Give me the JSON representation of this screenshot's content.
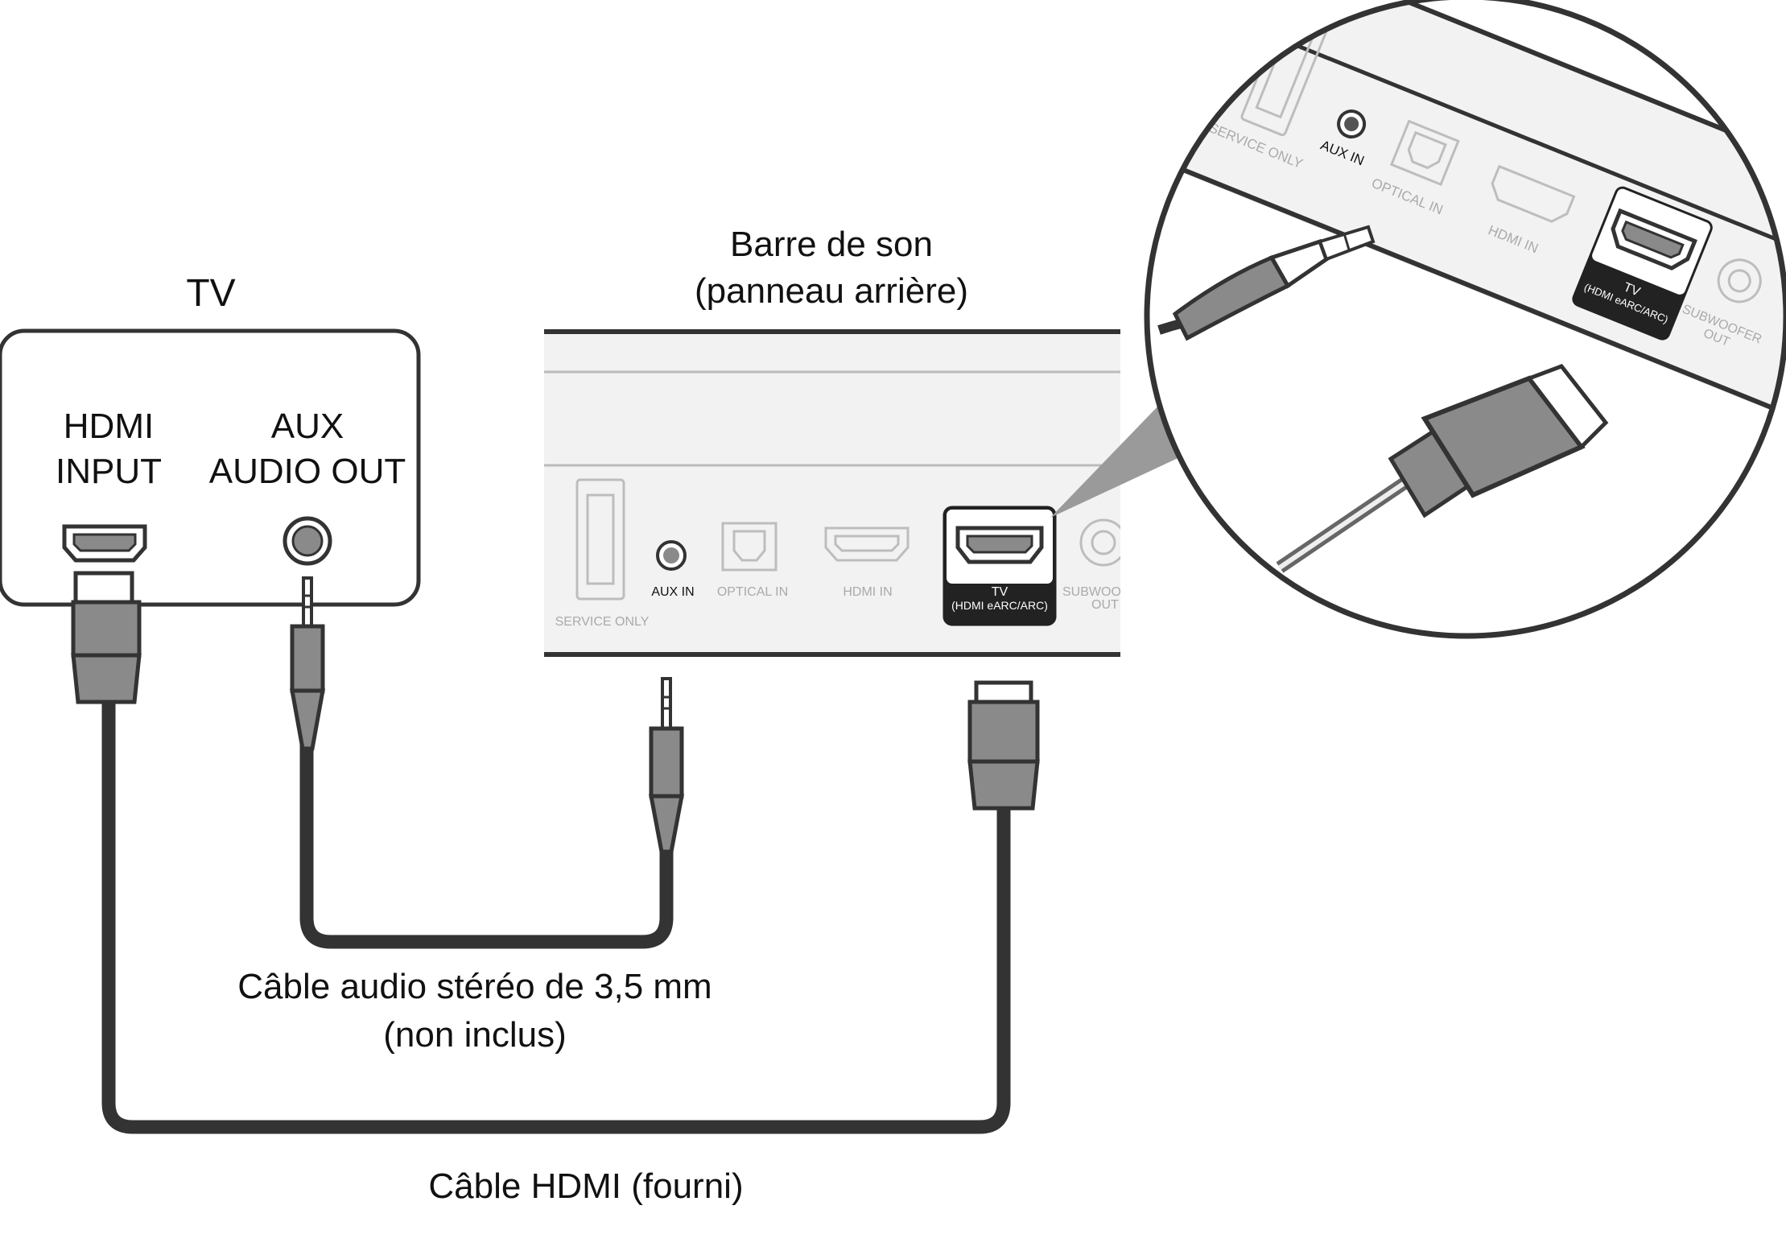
{
  "tv": {
    "title": "TV",
    "hdmi_label_1": "HDMI",
    "hdmi_label_2": "INPUT",
    "aux_label_1": "AUX",
    "aux_label_2": "AUDIO OUT"
  },
  "soundbar": {
    "title_1": "Barre de son",
    "title_2": "(panneau arrière)",
    "ports": {
      "service": "SERVICE ONLY",
      "aux": "AUX IN",
      "optical": "OPTICAL IN",
      "hdmi_in": "HDMI IN",
      "tv_1": "TV",
      "tv_2": "(HDMI eARC/ARC)",
      "subwoofer_1": "SUBWOOFER",
      "subwoofer_2": "OUT"
    }
  },
  "cables": {
    "audio_1": "Câble audio stéréo de 3,5 mm",
    "audio_2": "(non inclus)",
    "hdmi": "Câble HDMI (fourni)"
  },
  "colors": {
    "outline": "#333333",
    "plug_fill": "#8a8a8a",
    "panel_fill": "#f2f2f2",
    "faded_port": "#bdbdbd"
  }
}
